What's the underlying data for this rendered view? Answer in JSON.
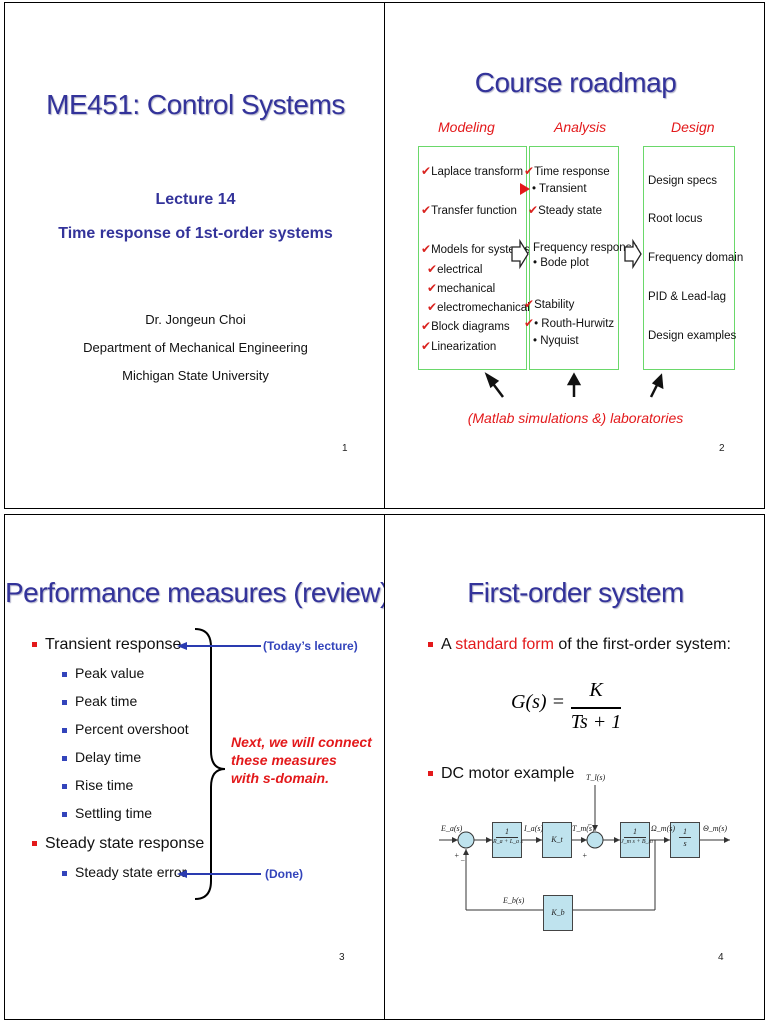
{
  "slide1": {
    "title": "ME451: Control Systems",
    "lecture": "Lecture 14",
    "topic": "Time response of 1st-order systems",
    "author": "Dr. Jongeun Choi",
    "department": "Department of Mechanical Engineering",
    "university": "Michigan State University",
    "page": "1"
  },
  "slide2": {
    "title": "Course roadmap",
    "columns": {
      "modeling": "Modeling",
      "analysis": "Analysis",
      "design": "Design"
    },
    "modeling_items": [
      "Laplace transform",
      "Transfer function",
      "Models for systems",
      "electrical",
      "mechanical",
      "electromechanical",
      "Block diagrams",
      "Linearization"
    ],
    "analysis_items": [
      "Time response",
      "• Transient",
      "Steady state",
      "Frequency response",
      "• Bode plot",
      "Stability",
      "• Routh-Hurwitz",
      "• Nyquist"
    ],
    "design_items": [
      "Design specs",
      "Root locus",
      "Frequency domain",
      "PID & Lead-lag",
      "Design examples"
    ],
    "labs": "(Matlab simulations &) laboratories",
    "page": "2"
  },
  "slide3": {
    "title": "Performance measures (review)",
    "transient": "Transient response",
    "transient_items": [
      "Peak value",
      "Peak  time",
      "Percent overshoot",
      "Delay time",
      "Rise time",
      "Settling time"
    ],
    "steady": "Steady state response",
    "steady_items": [
      "Steady state error"
    ],
    "todays": "(Today’s lecture)",
    "done": "(Done)",
    "next_note": [
      "Next, we will connect",
      "these measures",
      "with s-domain."
    ],
    "page": "3"
  },
  "slide4": {
    "title": "First-order system",
    "bullet1_pre": "A ",
    "bullet1_em": "standard form",
    "bullet1_post": " of the first-order system:",
    "formula_lhs": "G(s) =",
    "formula_num": "K",
    "formula_den": "Ts + 1",
    "bullet2": "DC motor example",
    "diagram": {
      "input": "E_a(s)",
      "tl": "T_l(s)",
      "ia": "I_a(s)",
      "tm": "T_m(s)",
      "omega": "Ω_m(s)",
      "theta": "Θ_m(s)",
      "eb": "E_b(s)",
      "block1_num": "1",
      "block1_den": "R_a + L_a s",
      "block2": "K_t",
      "block3_num": "1",
      "block3_den": "J_m s + B_m",
      "block4_num": "1",
      "block4_den": "s",
      "feedback": "K_b",
      "plus": "+",
      "minus": "−"
    },
    "page": "4"
  }
}
